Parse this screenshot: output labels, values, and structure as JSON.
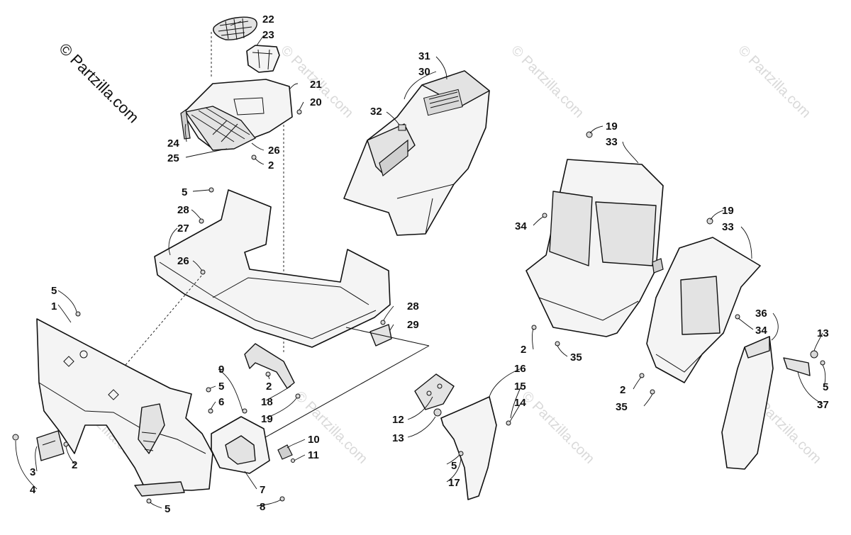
{
  "watermark": {
    "primary": "© Partzilla.com",
    "faded": "© Partzilla.com"
  },
  "callouts": {
    "c1": "1",
    "c2a": "2",
    "c2b": "2",
    "c2c": "2",
    "c2d": "2",
    "c2e": "2",
    "c3": "3",
    "c4": "4",
    "c5a": "5",
    "c5b": "5",
    "c5c": "5",
    "c5d": "5",
    "c5e": "5",
    "c5f": "5",
    "c6": "6",
    "c7": "7",
    "c8": "8",
    "c9": "9",
    "c10": "10",
    "c11": "11",
    "c12": "12",
    "c13a": "13",
    "c13b": "13",
    "c14": "14",
    "c15": "15",
    "c16": "16",
    "c17": "17",
    "c18": "18",
    "c19a": "19",
    "c19b": "19",
    "c19c": "19",
    "c20": "20",
    "c21": "21",
    "c22": "22",
    "c23": "23",
    "c24": "24",
    "c25": "25",
    "c26a": "26",
    "c26b": "26",
    "c27": "27",
    "c28a": "28",
    "c28b": "28",
    "c29": "29",
    "c30": "30",
    "c31": "31",
    "c32": "32",
    "c33a": "33",
    "c33b": "33",
    "c34a": "34",
    "c34b": "34",
    "c35a": "35",
    "c35b": "35",
    "c36": "36",
    "c37": "37"
  }
}
